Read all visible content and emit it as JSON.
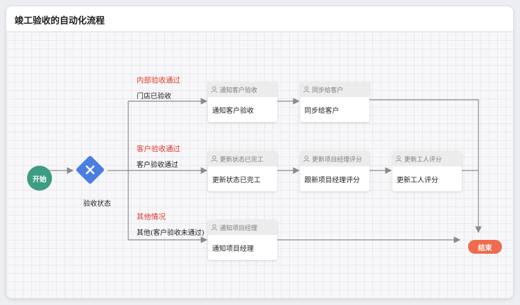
{
  "title": "竣工验收的自动化流程",
  "start": {
    "label": "开始"
  },
  "end": {
    "label": "结束"
  },
  "gateway": {
    "label": "验收状态",
    "icon": "close-icon"
  },
  "branches": [
    {
      "title": "内部验收通过",
      "condition": "门店已验收"
    },
    {
      "title": "客户验收通过",
      "condition": "客户验收通过"
    },
    {
      "title": "其他情况",
      "condition": "其他(客户验收未通过)"
    }
  ],
  "cards": [
    {
      "header": "通知客户验收",
      "body": "通知客户验收"
    },
    {
      "header": "同步给客户",
      "body": "同步给客户"
    },
    {
      "header": "更新状态已完工",
      "body": "更新状态已完工"
    },
    {
      "header": "更新项目经理评分",
      "body": "跟新项目经理评分"
    },
    {
      "header": "更新工人评分",
      "body": "更新工人评分"
    },
    {
      "header": "通知项目经理",
      "body": "通知项目经理"
    }
  ],
  "colors": {
    "start": "#3d9d82",
    "end": "#ee6b4d",
    "gateway": "#4a7fe0",
    "branch_title": "#e23b2e",
    "edge": "#8a8a8a"
  }
}
